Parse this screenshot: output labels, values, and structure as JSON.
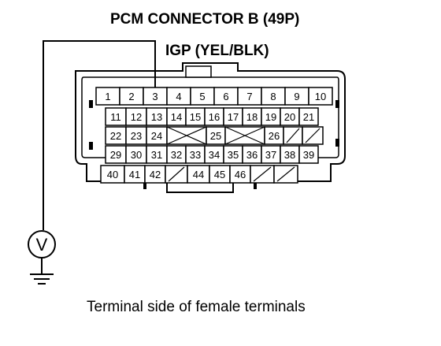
{
  "title": "PCM CONNECTOR B (49P)",
  "wire_label": "IGP (YEL/BLK)",
  "caption": "Terminal side of female terminals",
  "meter_symbol": "V",
  "probe_terminal": "3",
  "rows": [
    [
      "1",
      "2",
      "3",
      "4",
      "5",
      "6",
      "7",
      "8",
      "9",
      "10"
    ],
    [
      "11",
      "12",
      "13",
      "14",
      "15",
      "16",
      "17",
      "18",
      "19",
      "20",
      "21"
    ],
    [
      "22",
      "23",
      "24",
      "",
      "25",
      "",
      "26",
      "",
      ""
    ],
    [
      "29",
      "30",
      "31",
      "32",
      "33",
      "34",
      "35",
      "36",
      "37",
      "38",
      "39"
    ],
    [
      "40",
      "41",
      "42",
      "",
      "44",
      "45",
      "46",
      "",
      ""
    ]
  ]
}
